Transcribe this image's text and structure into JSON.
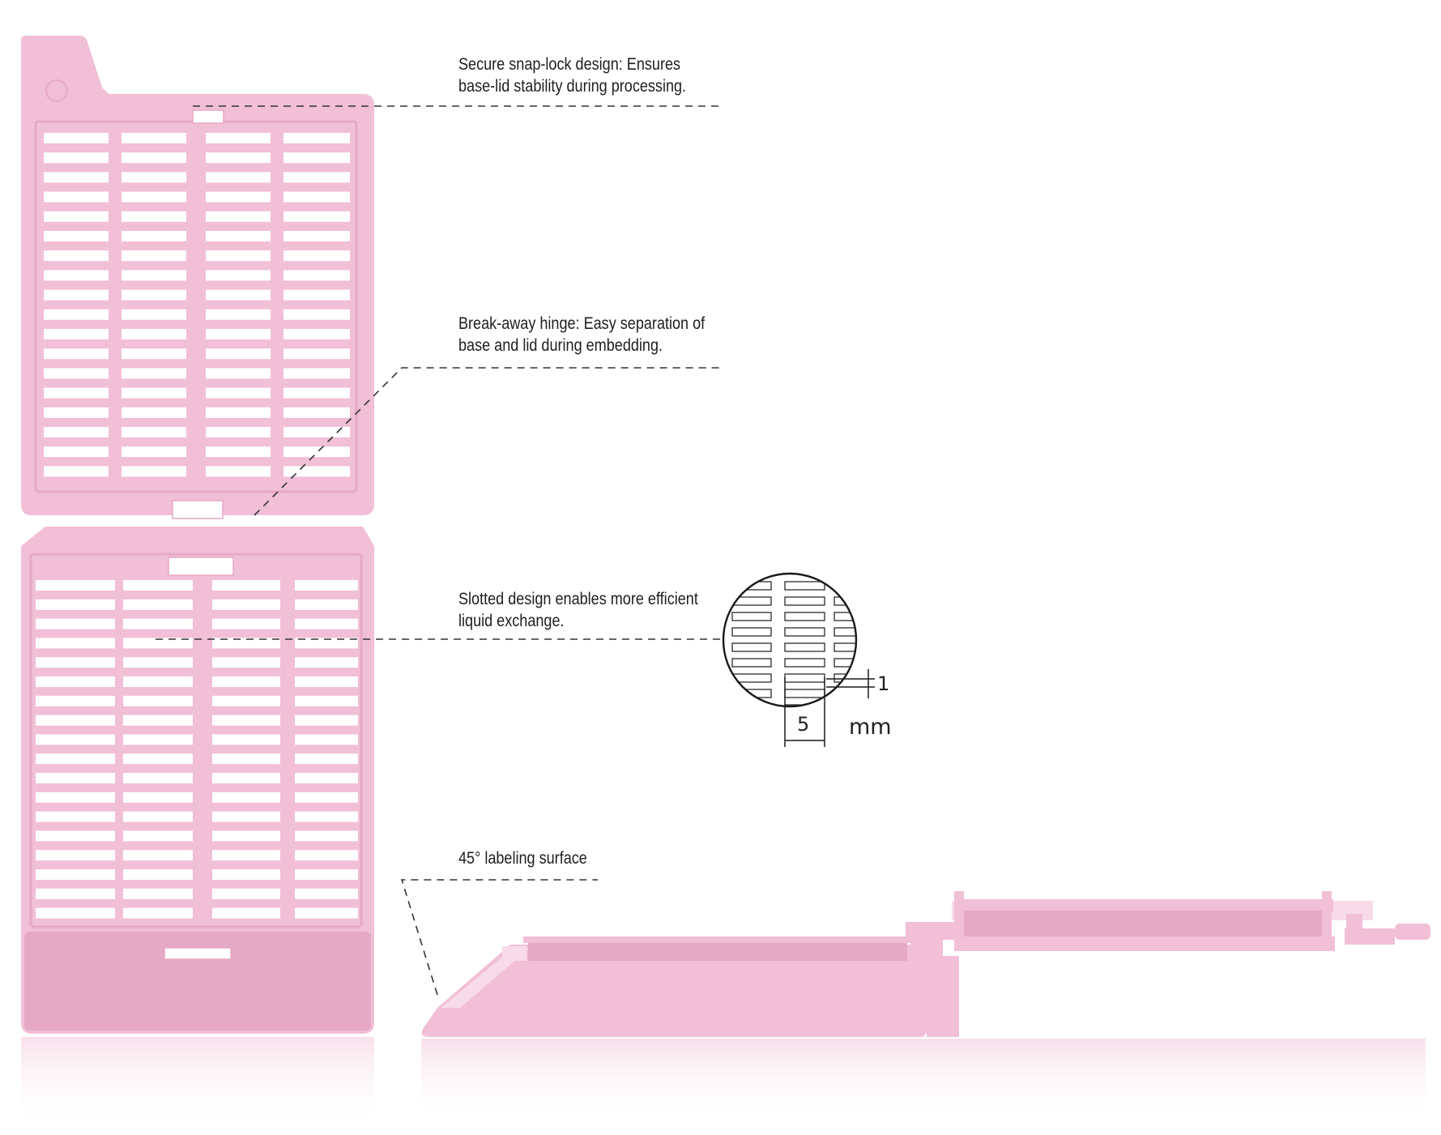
{
  "colors": {
    "cassette": "#f1bfd6",
    "cassette_shade": "#e6a9c5",
    "cassette_light": "#f8dbe8",
    "slot": "#ffffff",
    "leader_line": "#333333"
  },
  "callouts": {
    "snap_lock": {
      "line1": "Secure snap-lock design: Ensures",
      "line2": "base-lid stability during processing."
    },
    "hinge": {
      "line1": "Break-away hinge: Easy separation of",
      "line2": "base and lid during embedding."
    },
    "slotted": {
      "line1": "Slotted design enables more efficient",
      "line2": "liquid exchange."
    },
    "labeling": {
      "line1": "45° labeling surface"
    }
  },
  "detail": {
    "slot_height": "1",
    "slot_width": "5",
    "unit": "mm"
  }
}
